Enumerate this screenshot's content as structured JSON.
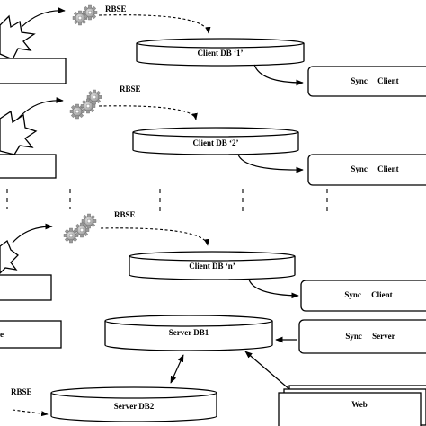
{
  "client_groups": [
    {
      "rbse_label": "RBSE",
      "db_label": "Client DB ‘1’",
      "sync_label": "Sync     Client"
    },
    {
      "rbse_label": "RBSE",
      "db_label": "Client DB ‘2’",
      "sync_label": "Sync     Client"
    },
    {
      "rbse_label": "RBSE",
      "db_label": "Client DB ‘n’",
      "sync_label": "Sync     Client"
    }
  ],
  "server_db1_label": "Server DB1",
  "sync_server_label": "Sync     Server",
  "server_db2_label": "Server DB2",
  "rbse_server_label": "RBSE",
  "left_partial_label": "e",
  "web_label": "Web",
  "icons": {
    "gear": "gear-icon",
    "burst": "explosion-burst-icon"
  }
}
